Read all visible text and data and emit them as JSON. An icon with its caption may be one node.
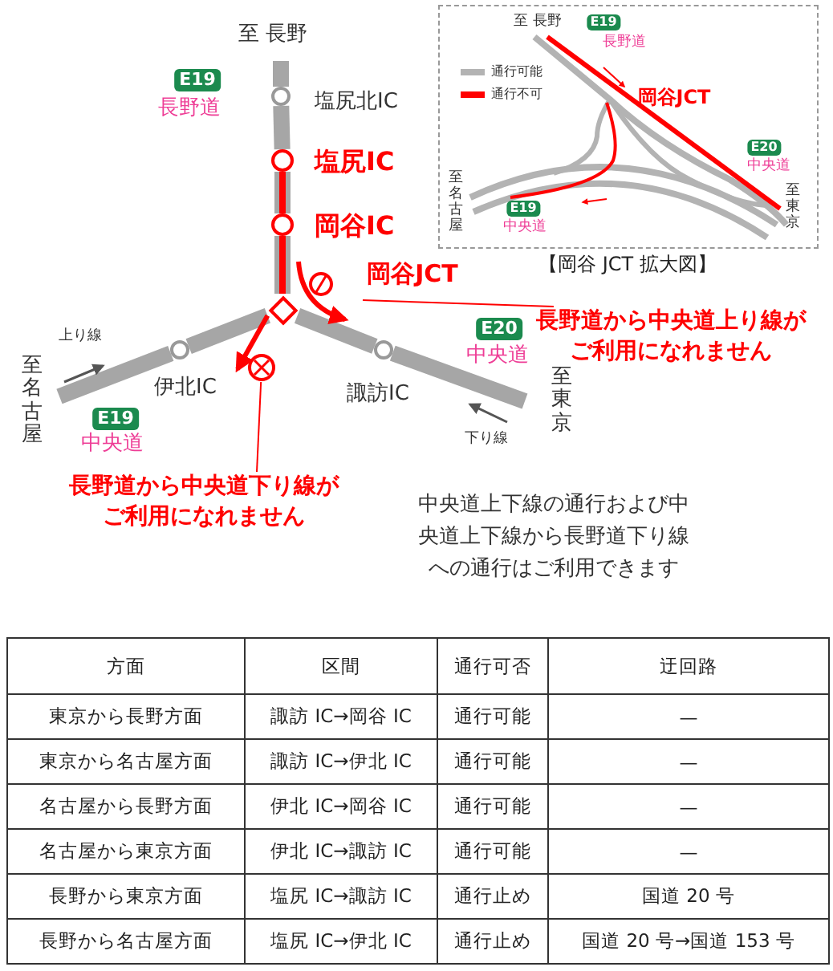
{
  "diagram": {
    "nodes": [
      {
        "text": [],
        "shape": "circle",
        "beside": [
          "塩尻北IC"
        ]
      },
      {
        "text": [],
        "shape": "circle",
        "beside": [
          "塩尻IC"
        ]
      },
      {
        "text": [],
        "shape": "circle",
        "beside": [
          "岡谷IC"
        ]
      },
      {
        "text": [],
        "shape": "diamond"
      },
      {
        "text": [],
        "shape": "circle",
        "beside": [
          "伊北IC"
        ]
      },
      {
        "text": [],
        "shape": "circle",
        "beside": [
          "諏訪IC"
        ]
      },
      {
        "text": [
          "長野道から中央道上り線がご利用になれません"
        ]
      },
      {
        "text": [
          "長野道から中央道下り線がご利用になれません"
        ]
      },
      {
        "text": [],
        "shape": "box",
        "beside": [
          "【岡谷 JCT 拡大図】"
        ]
      },
      {
        "text": [],
        "shape": "circle"
      }
    ],
    "edges": [
      {
        "from": null,
        "to": 0,
        "arrow": "none"
      },
      {
        "from": 0,
        "to": 1,
        "arrow": "none"
      },
      {
        "from": 1,
        "to": 2,
        "arrow": "none"
      },
      {
        "from": 2,
        "to": 3,
        "arrow": "none"
      },
      {
        "from": 3,
        "to": 4,
        "arrow": "none"
      },
      {
        "from": 4,
        "to": null,
        "arrow": "none"
      },
      {
        "from": 3,
        "to": 5,
        "arrow": "none"
      },
      {
        "from": 5,
        "to": null,
        "arrow": "none"
      },
      {
        "from": 1,
        "to": 2,
        "arrow": "none",
        "color": "#ff0000"
      },
      {
        "from": 2,
        "to": 3,
        "arrow": "none",
        "color": "#ff0000"
      },
      {
        "from": 6,
        "to": null,
        "arrow": "none",
        "color": "#ff0000"
      },
      {
        "from": 7,
        "to": 9,
        "arrow": "none",
        "color": "#ff0000"
      },
      {
        "from": 3,
        "to": 4,
        "arrow": "to",
        "color": "#ff0000"
      }
    ],
    "labels": [
      "至 長野",
      "E19",
      "長野道",
      "上り線",
      "至名古屋",
      "E19",
      "中央道",
      "E20",
      "中央道",
      "至東京",
      "下り線",
      "中央道上下線の通行および中央道上下線から長野道下り線への通行はご利用できます",
      "岡谷JCT",
      "至 長野",
      "E19",
      "長野道",
      "岡谷JCT",
      "E20",
      "中央道",
      "至名古屋",
      "E19",
      "中央道",
      "至東京",
      "方面",
      "区間",
      "通行可否",
      "迂回路",
      "東京から長野方面",
      "諏訪 IC→岡谷 IC",
      "通行可能",
      "—",
      "東京から名古屋方面",
      "諏訪 IC→伊北 IC",
      "通行可能",
      "—",
      "名古屋から長野方面",
      "伊北 IC→岡谷 IC",
      "通行可能",
      "—",
      "名古屋から東京方面",
      "伊北 IC→諏訪 IC",
      "通行可能",
      "—",
      "長野から東京方面",
      "塩尻 IC→諏訪 IC",
      "通行止め",
      "国道 20 号",
      "長野から名古屋方面",
      "塩尻 IC→伊北 IC",
      "通行止め",
      "国道 20 号→国道 153 号"
    ],
    "legend": [
      {
        "text": "通行可能",
        "color": "#b3b3b3"
      },
      {
        "text": "通行不可",
        "color": "#ff0000"
      }
    ]
  }
}
